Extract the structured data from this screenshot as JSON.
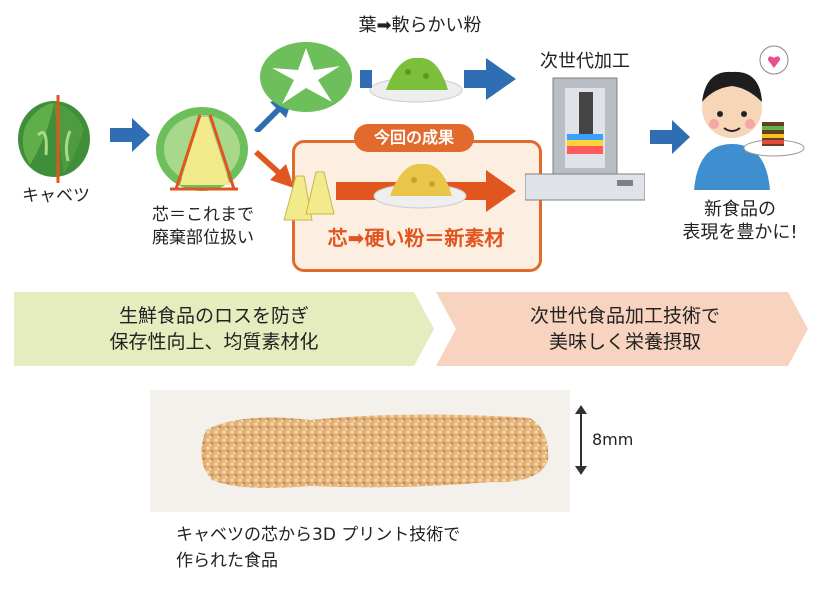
{
  "diagram": {
    "cabbage_label": "キャベツ",
    "core_label": "芯＝これまで\n廃棄部位扱い",
    "leaf_label": "葉➡軟らかい粉",
    "result_badge": "今回の成果",
    "result_label": "芯➡硬い粉＝新素材",
    "printer_label": "次世代加工",
    "food_label": "新食品の\n表現を豊かに!"
  },
  "banners": [
    {
      "text": "生鮮食品のロスを防ぎ\n保存性向上、均質素材化",
      "color": "#e5edbf"
    },
    {
      "text": "次世代食品加工技術で\n美味しく栄養摂取",
      "color": "#f7d3c0"
    }
  ],
  "photo": {
    "scale_label": "8mm",
    "caption": "キャベツの芯から3D プリント技術で\n作られた食品"
  },
  "colors": {
    "arrow_blue": "#2f6eb3",
    "arrow_orange": "#e0561e",
    "leaf_green": "#6cbf5a",
    "core_yellow": "#f3ea8c",
    "result_orange": "#e26a2c"
  }
}
